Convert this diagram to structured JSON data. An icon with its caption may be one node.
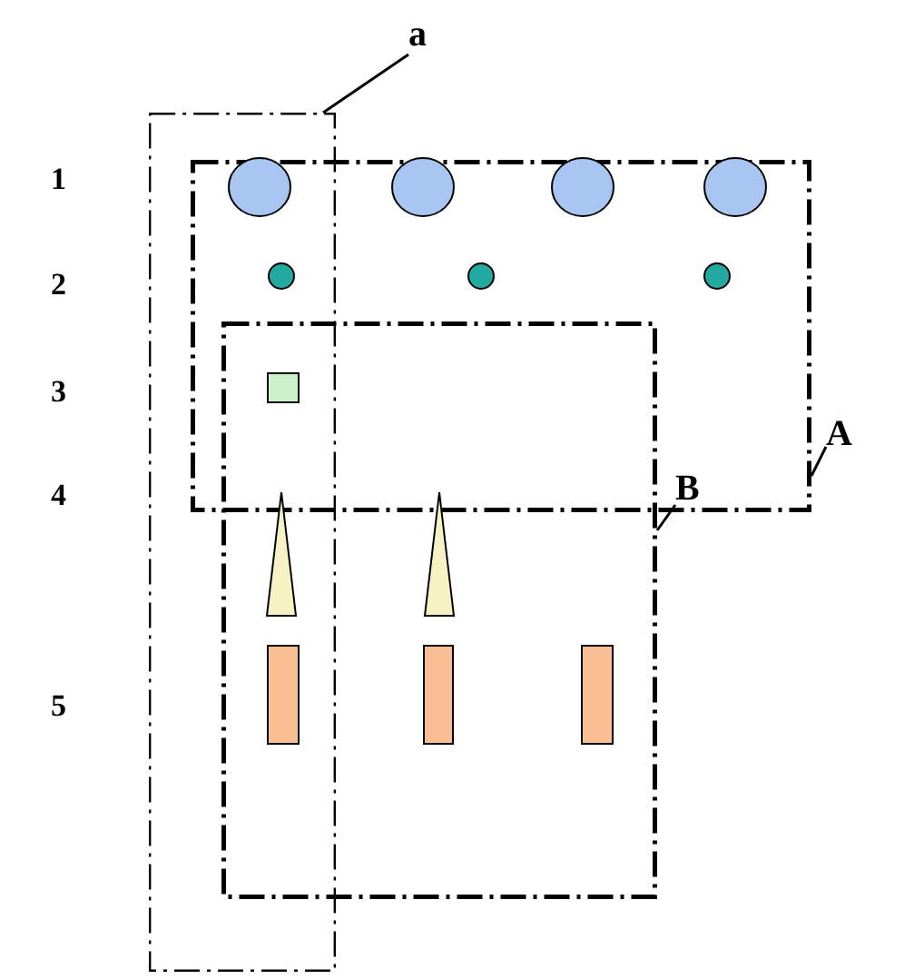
{
  "diagram": {
    "nodes": [
      {
        "text": [
          "a"
        ]
      },
      {
        "text": [
          "A"
        ]
      },
      {
        "text": [
          "B"
        ],
        "in": 4
      },
      {
        "text": [],
        "shape": "box"
      },
      {
        "text": [],
        "shape": "box"
      },
      {
        "text": [],
        "shape": "box"
      },
      {
        "text": [],
        "shape": "circle"
      },
      {
        "text": [],
        "shape": "circle",
        "in": 4
      },
      {
        "text": [],
        "shape": "circle",
        "in": 4
      },
      {
        "text": [],
        "shape": "circle",
        "in": 4
      },
      {
        "text": [],
        "shape": "circle"
      },
      {
        "text": [],
        "shape": "circle",
        "in": 4
      },
      {
        "text": [],
        "shape": "circle",
        "in": 4
      },
      {
        "text": [],
        "shape": "box"
      },
      {
        "text": [],
        "shape": "triangle"
      },
      {
        "text": [],
        "shape": "triangle",
        "in": 5
      },
      {
        "text": [],
        "shape": "bar"
      },
      {
        "text": [],
        "shape": "bar",
        "in": 5
      },
      {
        "text": [],
        "shape": "bar",
        "in": 5
      }
    ],
    "edges": [
      {
        "from": 0,
        "to": 3,
        "arrow": "none"
      },
      {
        "from": 1,
        "to": 4,
        "arrow": "none"
      },
      {
        "from": 2,
        "to": 5,
        "arrow": "none"
      }
    ],
    "labels": [
      "1",
      "2",
      "3",
      "4",
      "5"
    ]
  }
}
